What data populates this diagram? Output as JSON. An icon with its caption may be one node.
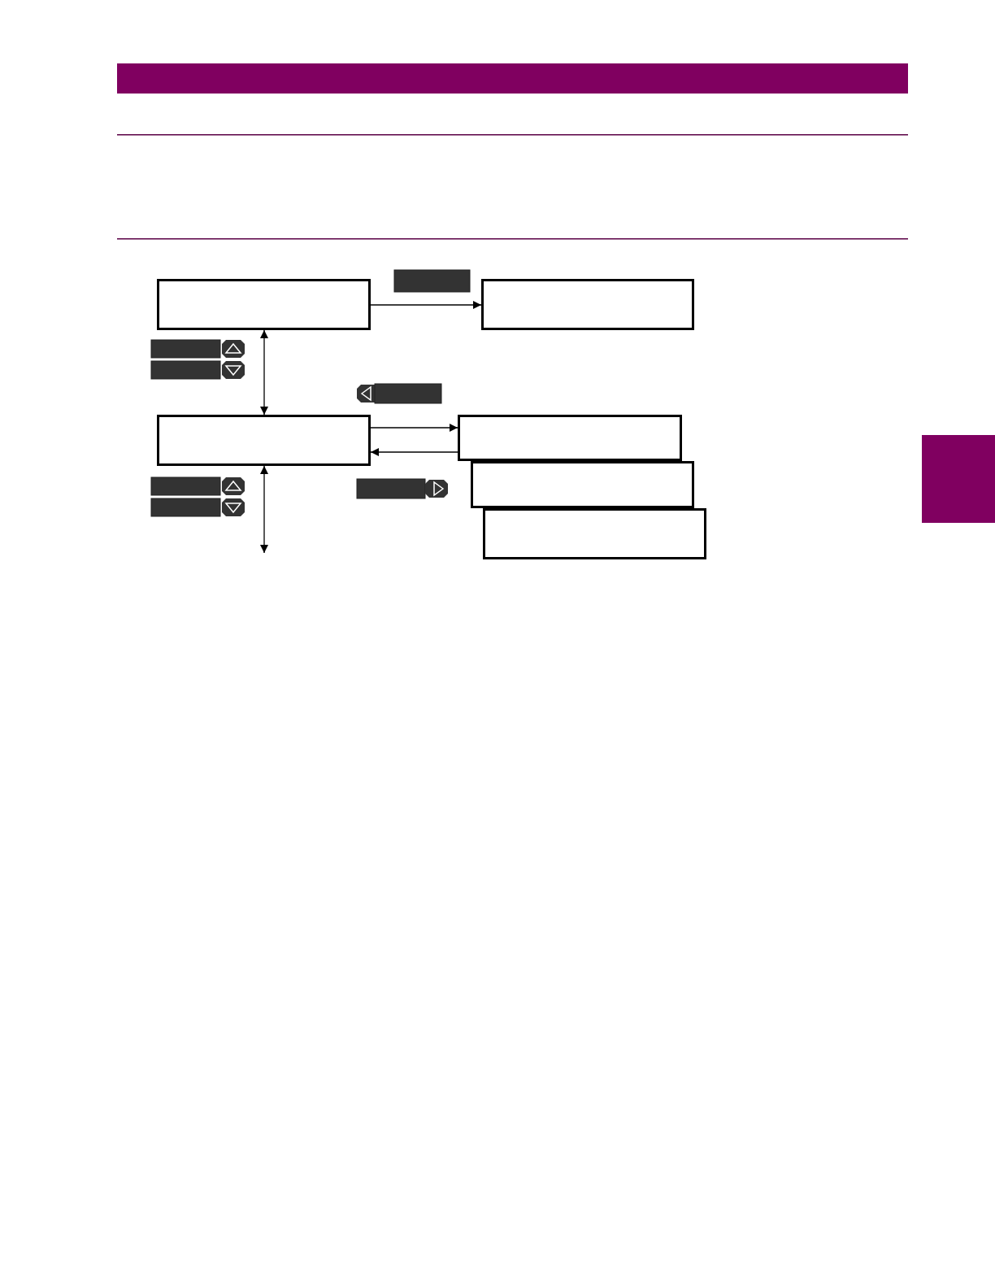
{
  "diagram": {
    "nodes": [
      {
        "text": [],
        "shape": "box"
      },
      {
        "text": [],
        "shape": "box"
      },
      {
        "text": [],
        "shape": "box"
      },
      {
        "text": [],
        "shape": "box"
      },
      {
        "text": [],
        "shape": "box"
      },
      {
        "text": [],
        "shape": "box"
      },
      {
        "text": [],
        "shape": "bar"
      }
    ],
    "edges": [
      {
        "from": 0,
        "to": 1,
        "arrow": "to"
      },
      {
        "from": 0,
        "to": 2,
        "arrow": "both"
      },
      {
        "from": 2,
        "to": 3,
        "arrow": "to"
      },
      {
        "from": 3,
        "to": 2,
        "arrow": "to"
      },
      {
        "from": 2,
        "to": null,
        "arrow": "both"
      }
    ]
  }
}
